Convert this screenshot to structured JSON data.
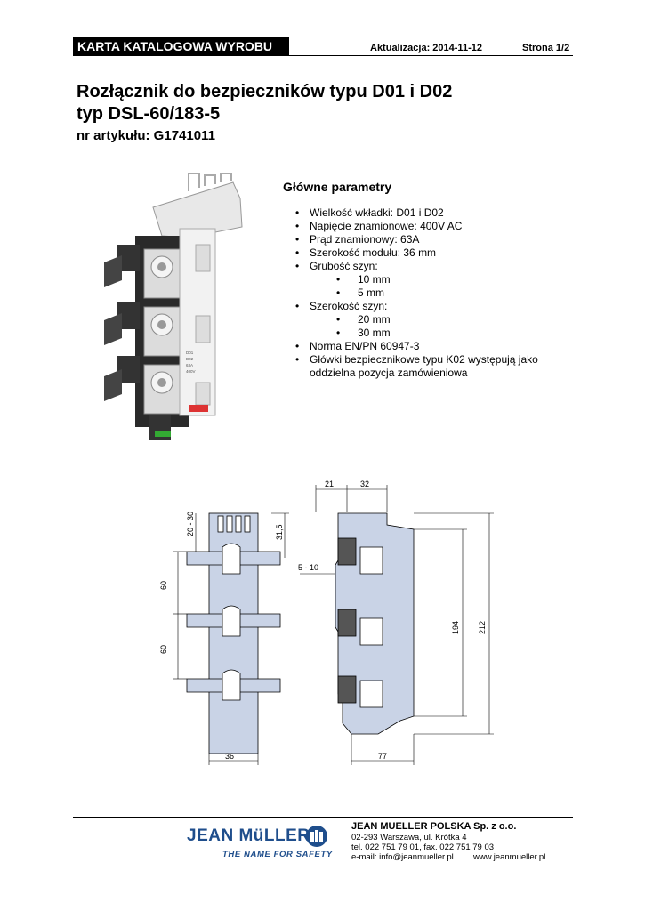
{
  "header": {
    "doc_type": "KARTA KATALOGOWA WYROBU",
    "update": "Aktualizacja: 2014-11-12",
    "page": "Strona 1/2"
  },
  "title": {
    "line1": "Rozłącznik do bezpieczników typu D01 i D02",
    "line2": "typ DSL-60/183-5",
    "article": "nr artykułu: G1741011"
  },
  "params": {
    "heading": "Główne parametry",
    "items": [
      "Wielkość wkładki: D01 i D02",
      "Napięcie znamionowe: 400V AC",
      "Prąd znamionowy: 63A",
      "Szerokość modułu: 36 mm",
      "Grubość szyn:",
      "Szerokość szyn:",
      "Norma EN/PN 60947-3",
      "Główki bezpiecznikowe typu K02 występują jako oddzielna pozycja zamówieniowa"
    ],
    "busbar_thickness": [
      "10 mm",
      "5 mm"
    ],
    "busbar_width": [
      "20 mm",
      "30 mm"
    ]
  },
  "product_label": [
    "D01",
    "D02",
    "63A",
    "400V"
  ],
  "drawing": {
    "front": {
      "dim_busbar": "20 - 30",
      "dim_top": "31,5",
      "pitch1": "60",
      "pitch2": "60",
      "width": "36"
    },
    "side": {
      "d1": "21",
      "d2": "32",
      "depth_rail": "5 - 10",
      "h1": "194",
      "h2": "212",
      "depth": "77"
    }
  },
  "footer": {
    "brand": "JEAN MüLLER",
    "tagline": "THE NAME FOR SAFETY",
    "company": "JEAN MUELLER POLSKA Sp. z o.o.",
    "address": "02-293  Warszawa, ul. Krótka 4",
    "phone": "tel. 022 751 79 01, fax. 022 751 79 03",
    "email": "e-mail: info@jeanmueller.pl",
    "web": "www.jeanmueller.pl"
  }
}
